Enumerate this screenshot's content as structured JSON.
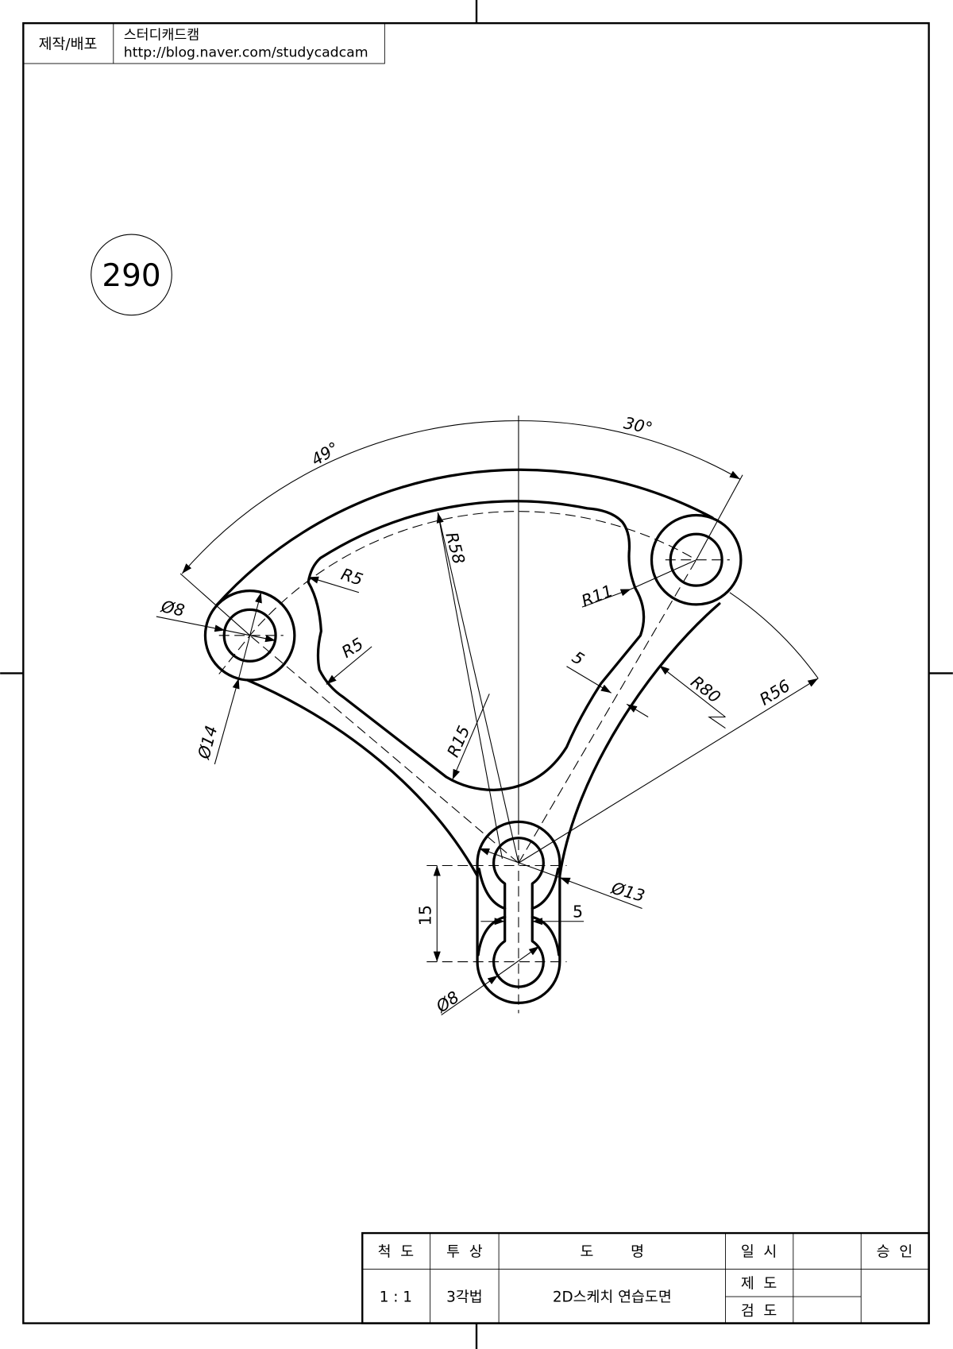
{
  "header": {
    "label": "제작/배포",
    "author": "스터디캐드캠",
    "url": "http://blog.naver.com/studycadcam"
  },
  "drawing_number": "290",
  "dimensions": {
    "angle_left": "49°",
    "angle_right": "30°",
    "r58": "R58",
    "r5_upper": "R5",
    "r5_lower": "R5",
    "r11": "R11",
    "r15": "R15",
    "r80": "R80",
    "r56": "R56",
    "web_width": "5",
    "left_hole_dia": "Ø8",
    "left_boss_dia": "Ø14",
    "bottom_boss_dia": "Ø13",
    "bottom_hole_dia": "Ø8",
    "slot_length": "15",
    "slot_width": "5"
  },
  "title_block": {
    "scale_label": "척  도",
    "scale_value": "1 : 1",
    "projection_label": "투  상",
    "projection_value": "3각법",
    "name_label": "도        명",
    "name_value": "2D스케치 연습도면",
    "date_label": "일  시",
    "drawn_label": "제  도",
    "checked_label": "검  도",
    "approval_label": "승  인"
  }
}
